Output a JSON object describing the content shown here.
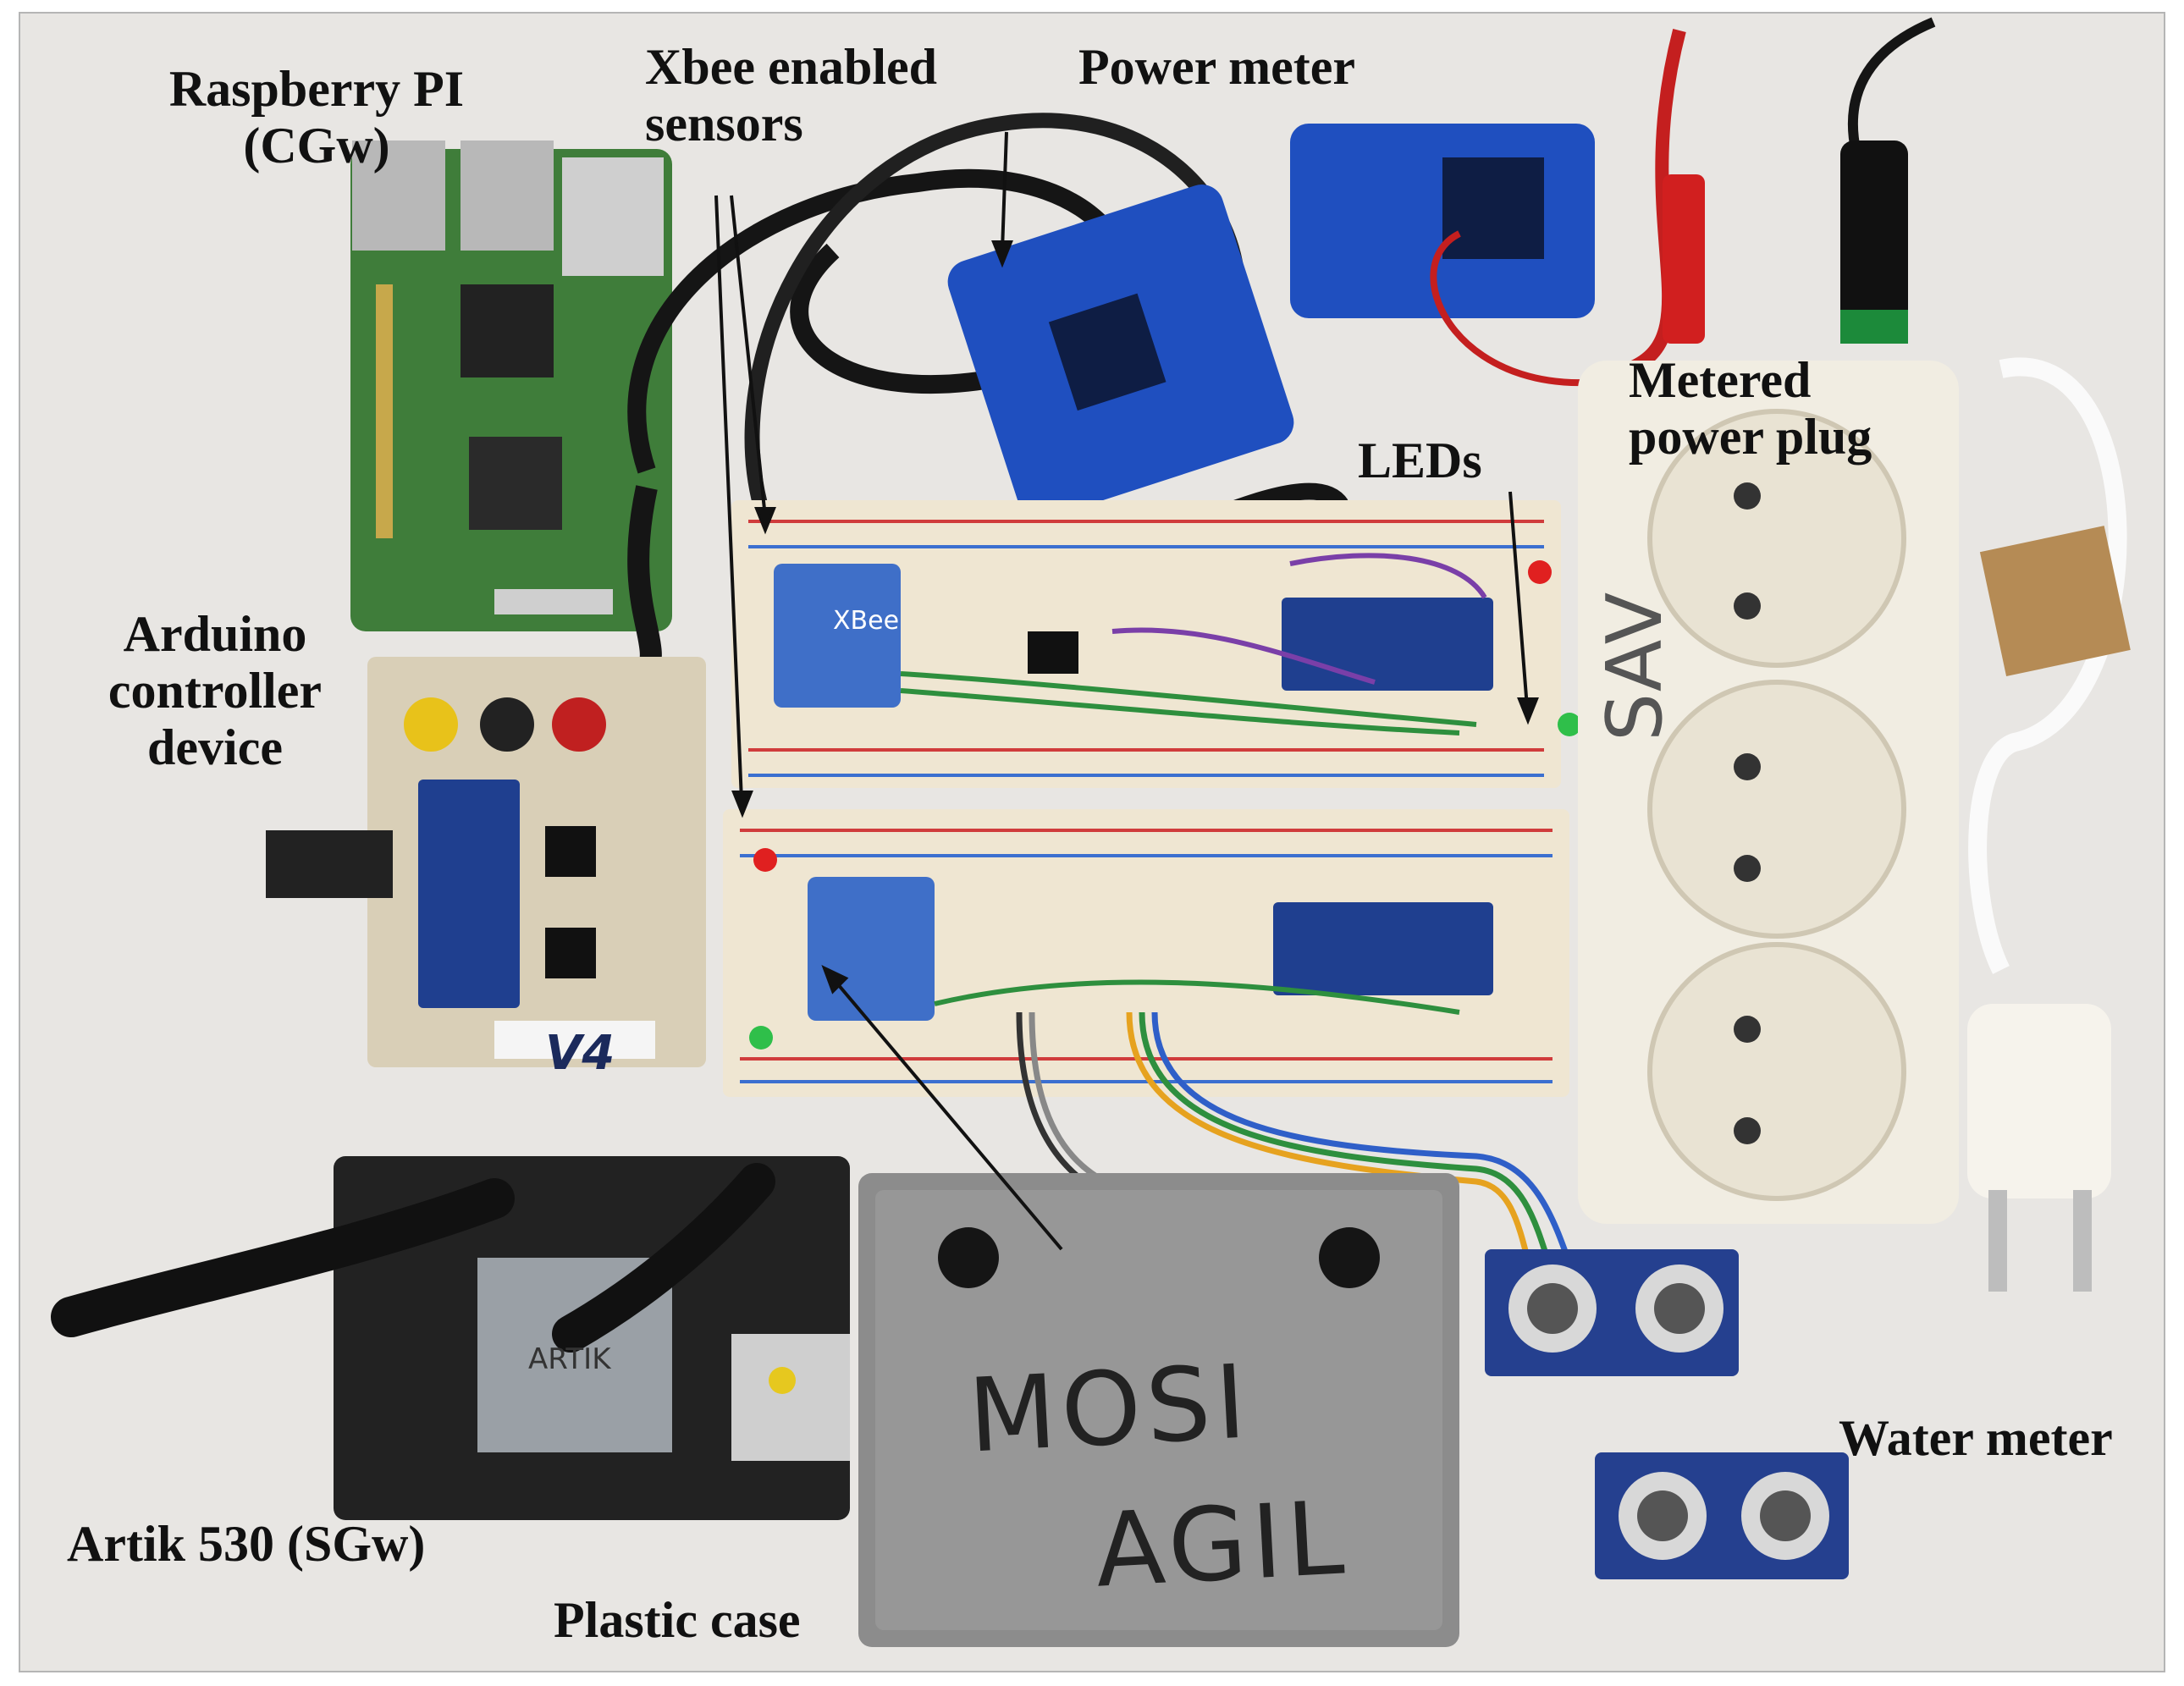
{
  "labels": {
    "raspberry_pi": "Raspberry PI\n(CGw)",
    "xbee_sensors": "Xbee enabled\nsensors",
    "power_meter": "Power meter",
    "metered_plug": "Metered\npower plug",
    "leds": "LEDs",
    "arduino": "Arduino\ncontroller\ndevice",
    "artik": "Artik 530 (SGw)",
    "plastic_case": "Plastic case",
    "water_meter": "Water meter"
  },
  "case_text": {
    "line1": "MOSI",
    "line2": "AGIL"
  },
  "board_tag": "V4",
  "xbee_chip": "XBee",
  "artik_chip": "ARTIK",
  "power_strip_brand": "SAV",
  "colors": {
    "background": "#e8e6e3",
    "pi_green": "#3f7d3a",
    "breadboard": "#efe6d2",
    "nano_blue": "#1f3f8f",
    "clamp_blue": "#1f4fbf",
    "case_gray": "#8c8c8c",
    "strip_white": "#f1ede2"
  }
}
